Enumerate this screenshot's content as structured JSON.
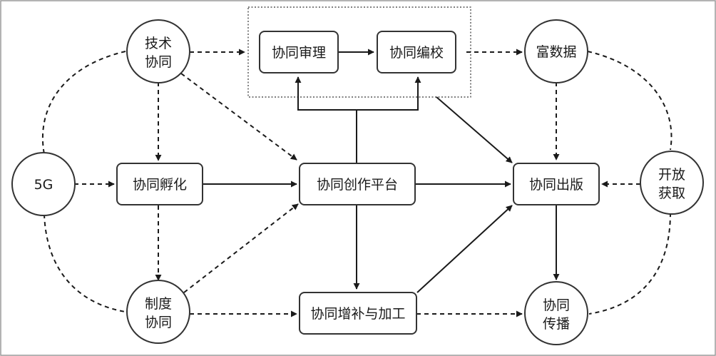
{
  "nodes": {
    "tech": {
      "lines": [
        "技术",
        "协同"
      ]
    },
    "review": {
      "text": "协同审理"
    },
    "edit": {
      "text": "协同编校"
    },
    "richdata": {
      "text": "富数据"
    },
    "fiveg": {
      "text": "5G"
    },
    "incubate": {
      "text": "协同孵化"
    },
    "platform": {
      "text": "协同创作平台"
    },
    "publish": {
      "text": "协同出版"
    },
    "openaccess": {
      "lines": [
        "开放",
        "获取"
      ]
    },
    "system": {
      "lines": [
        "制度",
        "协同"
      ]
    },
    "supplement": {
      "text": "协同增补与加工"
    },
    "spread": {
      "lines": [
        "协同",
        "传播"
      ]
    }
  }
}
